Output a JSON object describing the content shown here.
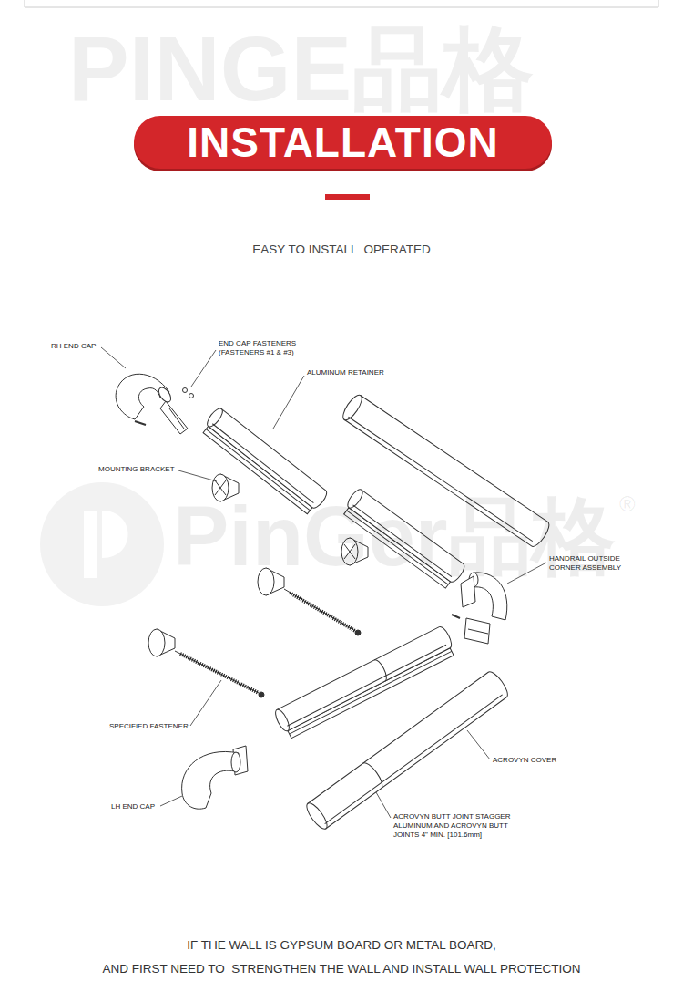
{
  "diagram": {
    "title": "INSTALLATION",
    "labels": [
      "PINGE品格",
      "EASY TO INSTALL  OPERATED",
      "RH END CAP",
      "END CAP FASTENERS",
      "(FASTENERS #1 & #3)",
      "ALUMINUM RETAINER",
      "MOUNTING BRACKET",
      "PinGer品格",
      "®",
      "HANDRAIL OUTSIDE",
      "CORNER ASSEMBLY",
      "SPECIFIED FASTENER",
      "ACROVYN COVER",
      "LH END CAP",
      "ACROVYN BUTT JOINT STAGGER",
      "ALUMINUM AND ACROVYN BUTT",
      "JOINTS 4\" MIN. [101.6mm]",
      "IF THE WALL IS GYPSUM BOARD OR METAL BOARD,",
      "AND FIRST NEED TO  STRENGTHEN THE WALL AND INSTALL WALL PROTECTION"
    ]
  }
}
